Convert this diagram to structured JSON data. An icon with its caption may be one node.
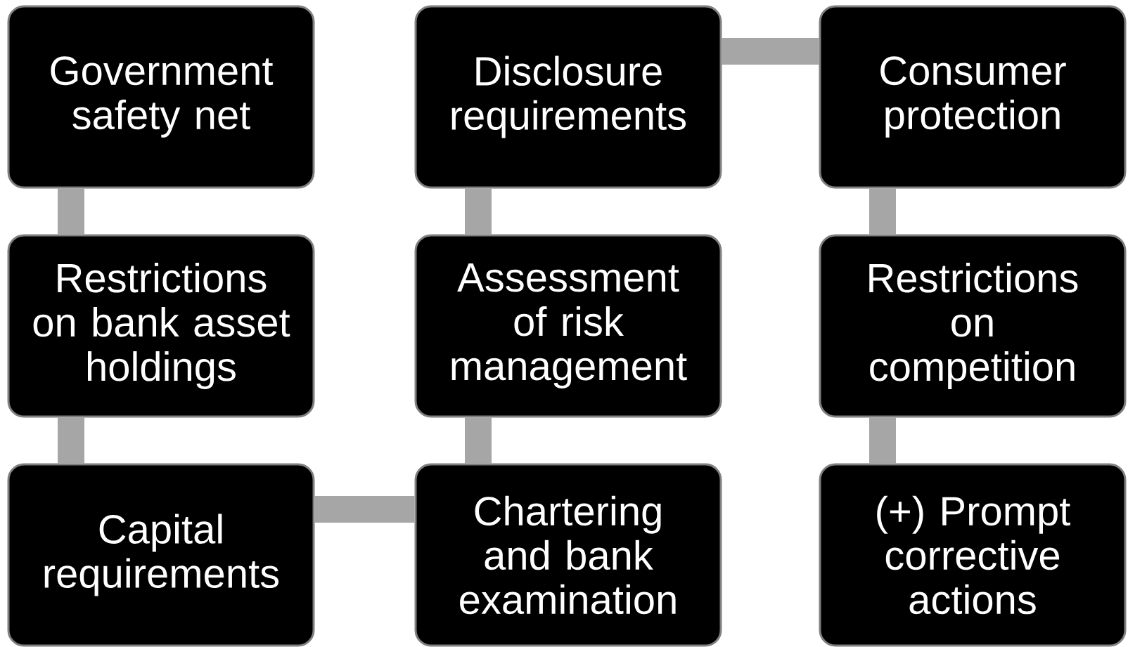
{
  "diagram": {
    "nodes": [
      {
        "text": [
          "Government safety net"
        ]
      },
      {
        "text": [
          "Disclosure requirements"
        ]
      },
      {
        "text": [
          "Consumer protection"
        ]
      },
      {
        "text": [
          "Restrictions on bank asset holdings"
        ]
      },
      {
        "text": [
          "Assessment of risk management"
        ]
      },
      {
        "text": [
          "Restrictions on competition"
        ]
      },
      {
        "text": [
          "Capital requirements"
        ]
      },
      {
        "text": [
          "Chartering and bank examination"
        ]
      },
      {
        "text": [
          "(+) Prompt corrective actions"
        ]
      }
    ],
    "edges": [
      {
        "from": 0,
        "to": 3,
        "arrow": "none"
      },
      {
        "from": 3,
        "to": 6,
        "arrow": "none"
      },
      {
        "from": 6,
        "to": 7,
        "arrow": "none"
      },
      {
        "from": 7,
        "to": 4,
        "arrow": "none"
      },
      {
        "from": 4,
        "to": 1,
        "arrow": "none"
      },
      {
        "from": 1,
        "to": 2,
        "arrow": "none"
      },
      {
        "from": 2,
        "to": 5,
        "arrow": "none"
      },
      {
        "from": 5,
        "to": 8,
        "arrow": "none"
      }
    ]
  }
}
